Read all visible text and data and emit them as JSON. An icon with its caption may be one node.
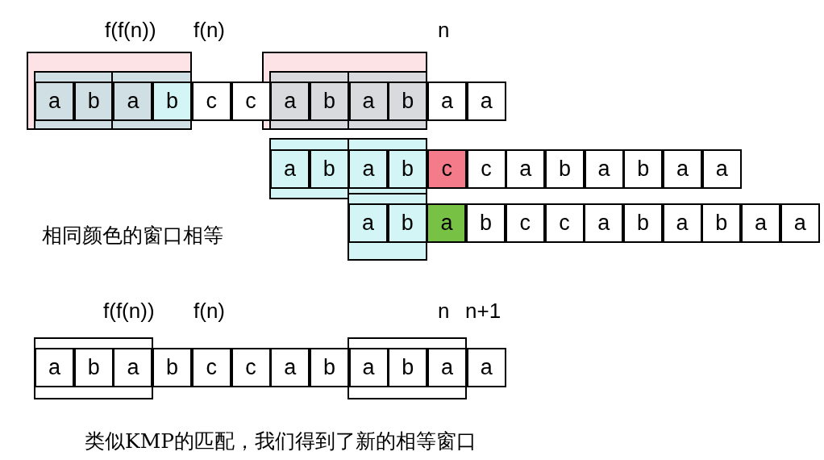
{
  "diagram": {
    "nodes": [
      {
        "text": [
          "a"
        ]
      },
      {
        "text": [
          "b"
        ]
      },
      {
        "text": [
          "a"
        ]
      },
      {
        "text": [
          "b"
        ]
      },
      {
        "text": [
          "c"
        ]
      },
      {
        "text": [
          "c"
        ]
      },
      {
        "text": [
          "a"
        ]
      },
      {
        "text": [
          "b"
        ]
      },
      {
        "text": [
          "a"
        ]
      },
      {
        "text": [
          "b"
        ]
      },
      {
        "text": [
          "a"
        ]
      },
      {
        "text": [
          "a"
        ]
      },
      {
        "text": [
          "a"
        ]
      },
      {
        "text": [
          "b"
        ]
      },
      {
        "text": [
          "a"
        ]
      },
      {
        "text": [
          "b"
        ]
      },
      {
        "text": [
          "c"
        ]
      },
      {
        "text": [
          "c"
        ]
      },
      {
        "text": [
          "a"
        ]
      },
      {
        "text": [
          "b"
        ]
      },
      {
        "text": [
          "a"
        ]
      },
      {
        "text": [
          "b"
        ]
      },
      {
        "text": [
          "a"
        ]
      },
      {
        "text": [
          "a"
        ]
      },
      {
        "text": [
          "a"
        ]
      },
      {
        "text": [
          "b"
        ]
      },
      {
        "text": [
          "a"
        ]
      },
      {
        "text": [
          "b"
        ]
      },
      {
        "text": [
          "c"
        ]
      },
      {
        "text": [
          "c"
        ]
      },
      {
        "text": [
          "a"
        ]
      },
      {
        "text": [
          "b"
        ]
      },
      {
        "text": [
          "a"
        ]
      },
      {
        "text": [
          "b"
        ]
      },
      {
        "text": [
          "a"
        ]
      },
      {
        "text": [
          "a"
        ]
      },
      {
        "text": [
          "a"
        ]
      },
      {
        "text": [
          "b"
        ]
      },
      {
        "text": [
          "a"
        ]
      },
      {
        "text": [
          "b"
        ]
      },
      {
        "text": [
          "c"
        ]
      },
      {
        "text": [
          "c"
        ]
      },
      {
        "text": [
          "a"
        ]
      },
      {
        "text": [
          "b"
        ]
      },
      {
        "text": [
          "a"
        ]
      },
      {
        "text": [
          "b"
        ]
      },
      {
        "text": [
          "a"
        ]
      },
      {
        "text": [
          "a"
        ]
      }
    ],
    "labels": [
      "f(f(n))",
      "f(n)",
      "n",
      "相同颜色的窗口相等",
      "f(f(n))",
      "f(n)",
      "n",
      "n+1",
      "类似KMP的匹配，我们得到了新的相等窗口"
    ]
  }
}
